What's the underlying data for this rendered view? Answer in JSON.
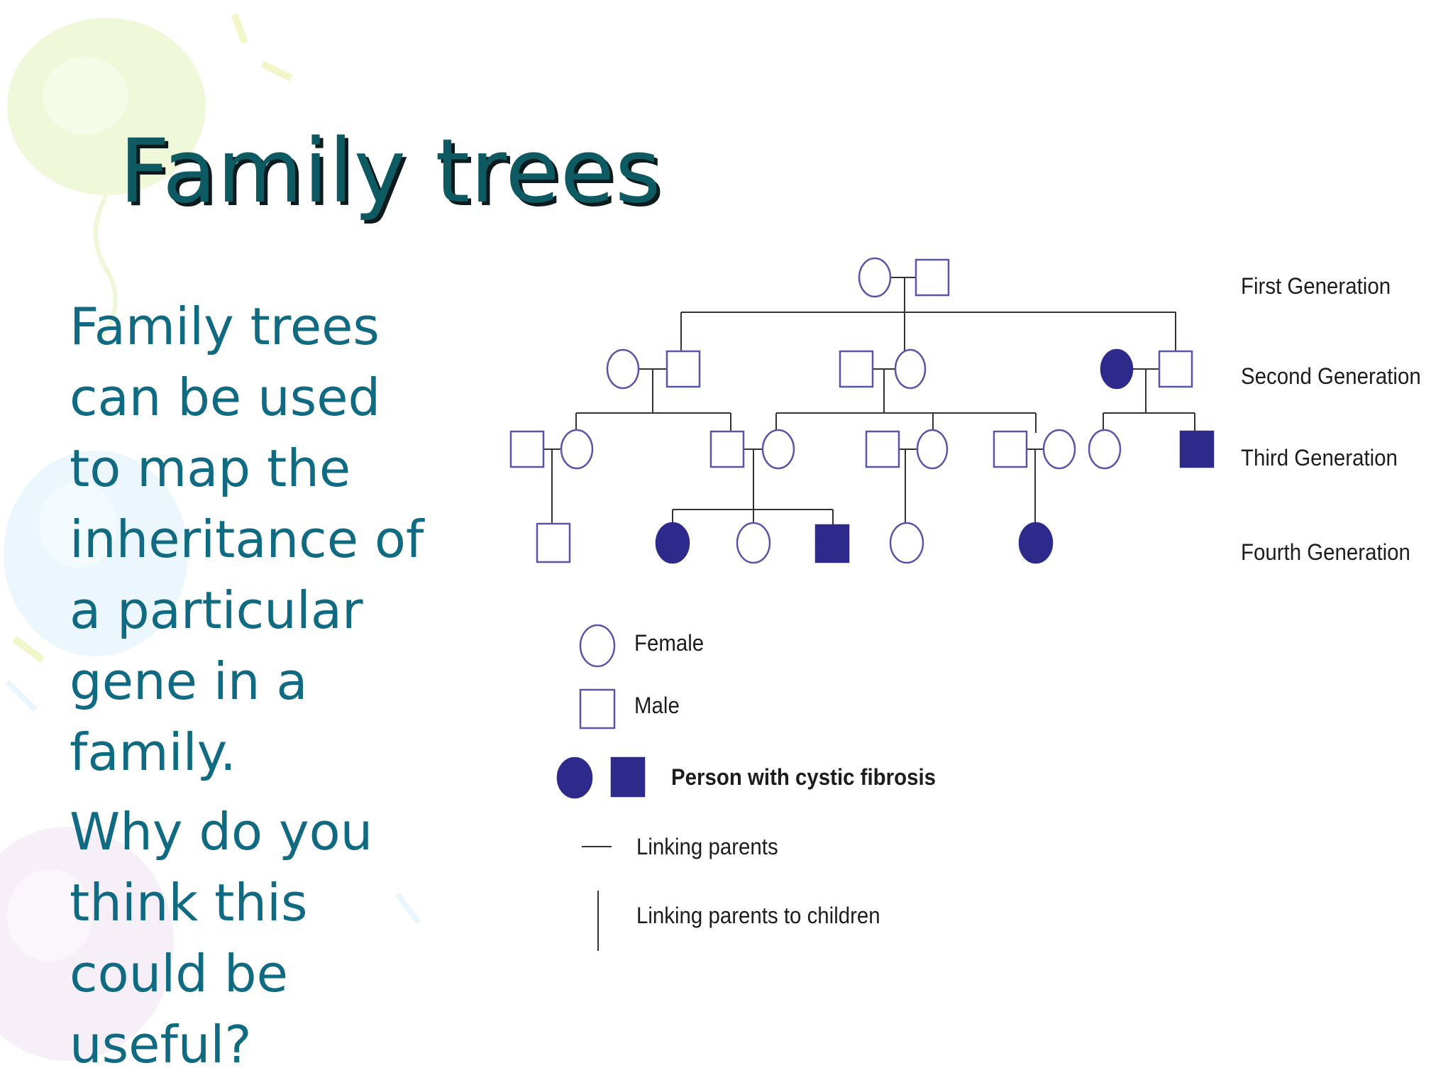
{
  "slide": {
    "title": "Family trees",
    "body": [
      "Family trees can be used to map the inheritance of a particular gene in a family.",
      "Why do you think this could be useful?"
    ]
  },
  "pedigree": {
    "generations": [
      "First Generation",
      "Second Generation",
      "Third Generation",
      "Fourth Generation"
    ],
    "legend": {
      "female": "Female",
      "male": "Male",
      "affected": "Person with cystic fibrosis",
      "linking_parents": "Linking parents",
      "linking_children": "Linking parents to children"
    }
  },
  "colors": {
    "title": "#0d5a63",
    "title_shadow": "#0b1a1c",
    "body_text": "#0f6a82",
    "affected_fill": "#2e2a8c",
    "symbol_stroke": "#5a55a8",
    "line": "#333333"
  }
}
